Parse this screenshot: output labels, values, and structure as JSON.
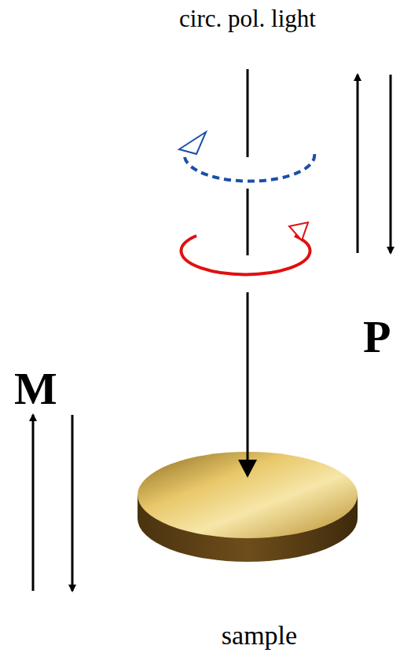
{
  "diagram": {
    "labels": [
      "circ. pol. light",
      "P",
      "M",
      "sample"
    ]
  }
}
